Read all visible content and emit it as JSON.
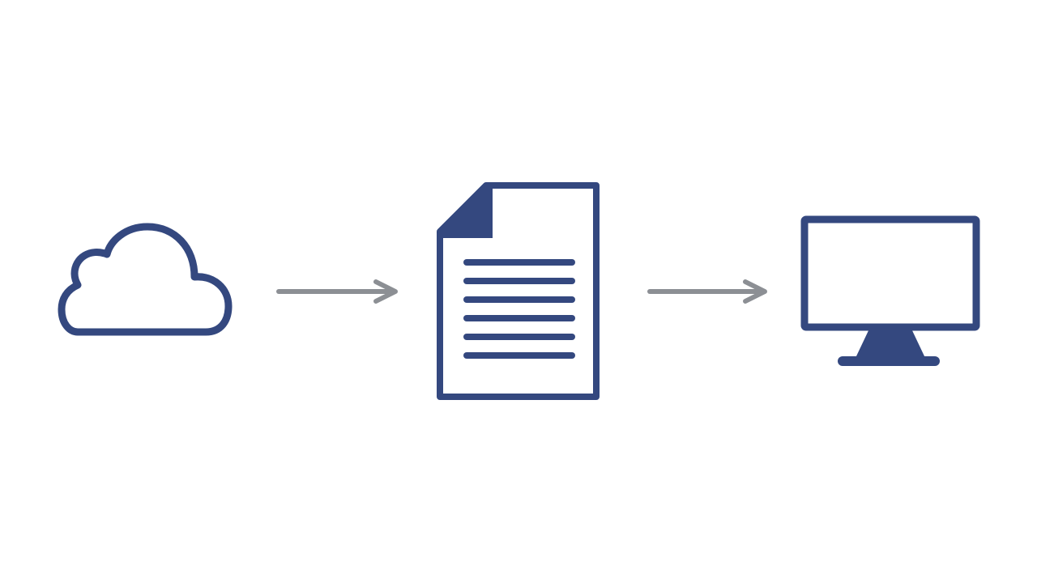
{
  "diagram": {
    "nodes": [
      {
        "id": "cloud",
        "icon": "cloud-icon"
      },
      {
        "id": "document",
        "icon": "document-icon"
      },
      {
        "id": "monitor",
        "icon": "monitor-icon"
      }
    ],
    "edges": [
      {
        "from": "cloud",
        "to": "document"
      },
      {
        "from": "document",
        "to": "monitor"
      }
    ]
  },
  "colors": {
    "icon": "#34487f",
    "arrow": "#8c8f94",
    "background": "#ffffff"
  }
}
